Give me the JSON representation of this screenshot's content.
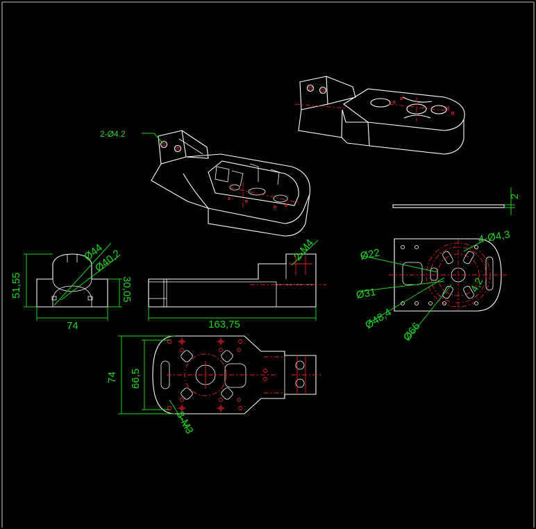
{
  "drawing": {
    "iso_view_callout": "2-Ø4.2",
    "thickness": "2",
    "side_view": {
      "width": "74",
      "height": "51,55",
      "inner_height": "30,05",
      "outer_dia": "Ø44",
      "inner_dia": "Ø40,2"
    },
    "front_view": {
      "length": "163,75",
      "thread_callout": "2-M4"
    },
    "end_view": {
      "d1": "Ø22",
      "d2": "Ø31",
      "d3": "Ø48,4",
      "d4": "Ø66",
      "holes": "4-Ø4,3",
      "slot": "4,2"
    },
    "top_view": {
      "height": "74",
      "inner_height": "66,5",
      "thread_callout": "8-M3"
    }
  }
}
